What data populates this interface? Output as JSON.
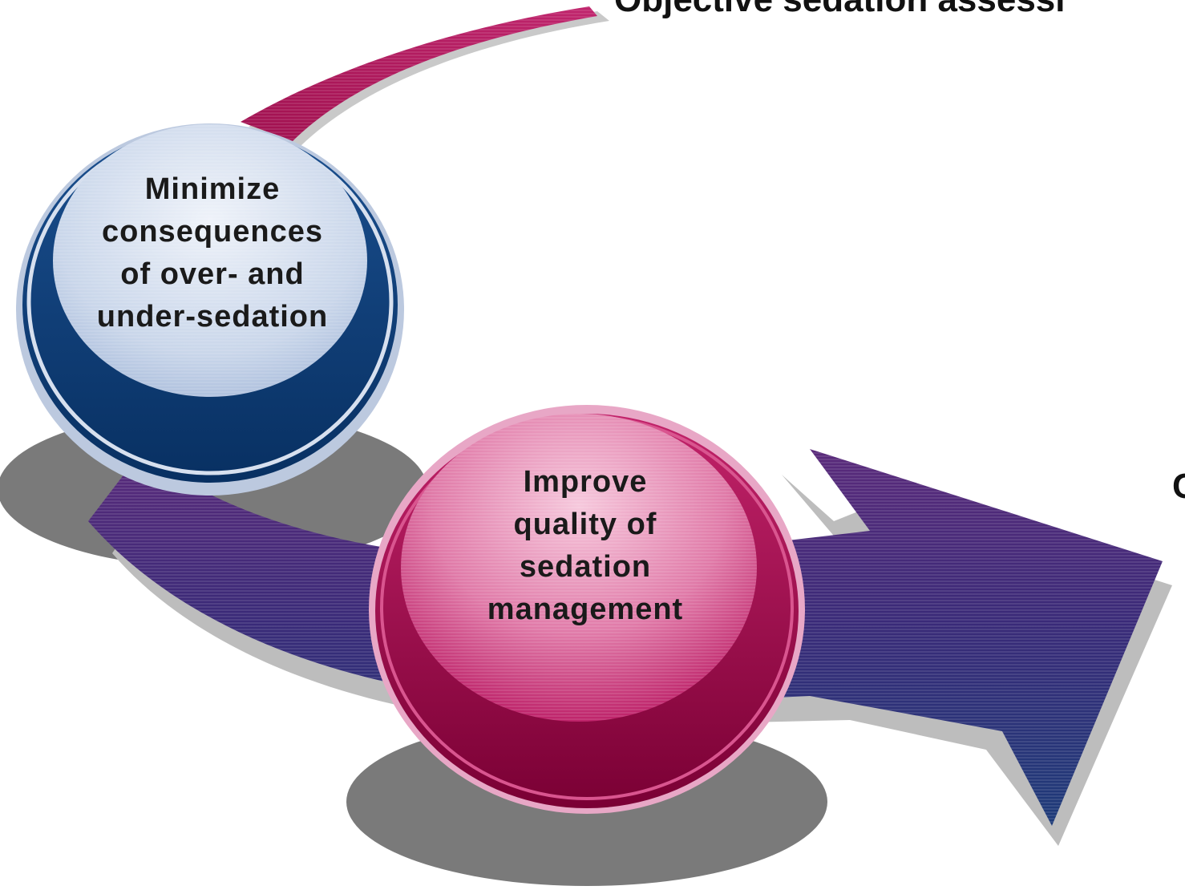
{
  "diagram": {
    "top_label": "Objective sedation assessi",
    "right_label": "C",
    "circles": [
      {
        "id": "minimize",
        "text": "Minimize\nconsequences\nof  over- and\nunder-sedation",
        "color": "#0b3a73"
      },
      {
        "id": "improve",
        "text": "Improve\nquality of\nsedation\nmanagement",
        "color": "#a3004f"
      }
    ],
    "colors": {
      "top_arrow": "#b0115e",
      "main_arrow": "#3b2f7a",
      "shadow": "#777777"
    }
  }
}
